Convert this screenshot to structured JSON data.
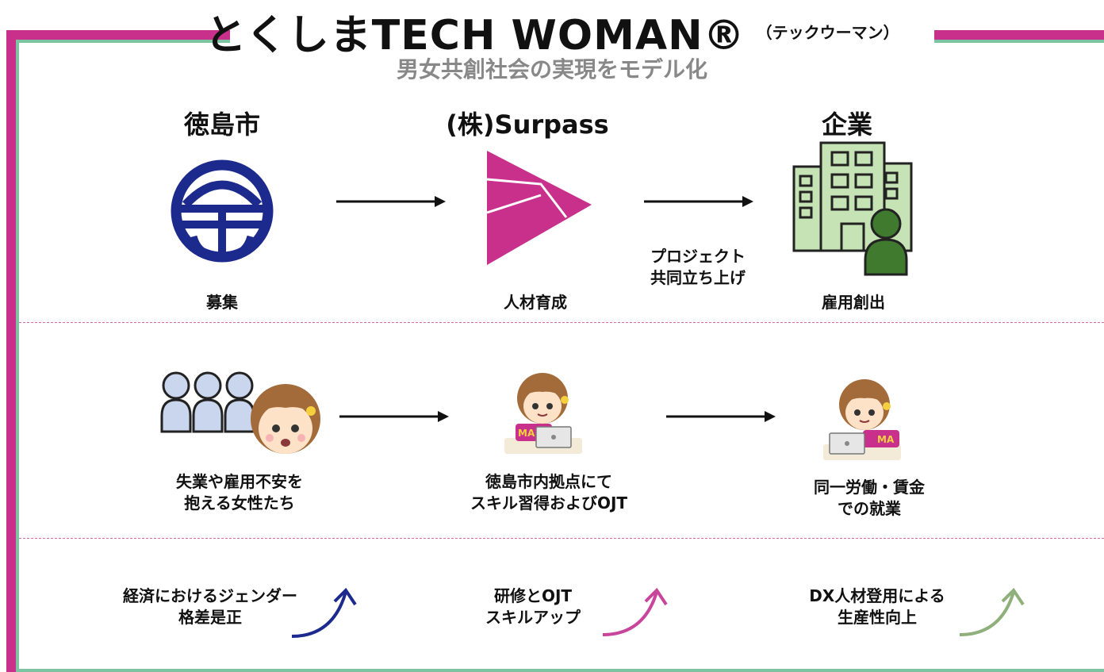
{
  "title": {
    "main": "とくしまTECH WOMAN®",
    "sub": "（テックウーマン）"
  },
  "subtitle": "男女共創社会の実現をモデル化",
  "columns": {
    "city": {
      "heading": "徳島市",
      "caption": "募集"
    },
    "surpass": {
      "heading": "(株)Surpass",
      "caption": "人材育成"
    },
    "company": {
      "heading": "企業",
      "caption": "雇用創出"
    }
  },
  "project_label": {
    "line1": "プロジェクト",
    "line2": "共同立ち上げ"
  },
  "row2": {
    "left": {
      "line1": "失業や雇用不安を",
      "line2": "抱える女性たち"
    },
    "middle": {
      "line1": "徳島市内拠点にて",
      "line2": "スキル習得およびOJT"
    },
    "right": {
      "line1": "同一労働・賃金",
      "line2": "での就業"
    },
    "laptop_badge": "MA"
  },
  "row3": {
    "left": {
      "line1": "経済におけるジェンダー",
      "line2": "格差是正"
    },
    "middle": {
      "line1": "研修とOJT",
      "line2": "スキルアップ"
    },
    "right": {
      "line1": "DX人材登用による",
      "line2": "生産性向上"
    }
  },
  "colors": {
    "magenta": "#c8308c",
    "green_frame": "#7cc4a2",
    "navy": "#1b2a8c",
    "pink_arrow": "#c8459c",
    "green_arrow": "#8fb07a",
    "building": "#c6e3b5",
    "person": "#3f7a2e"
  }
}
